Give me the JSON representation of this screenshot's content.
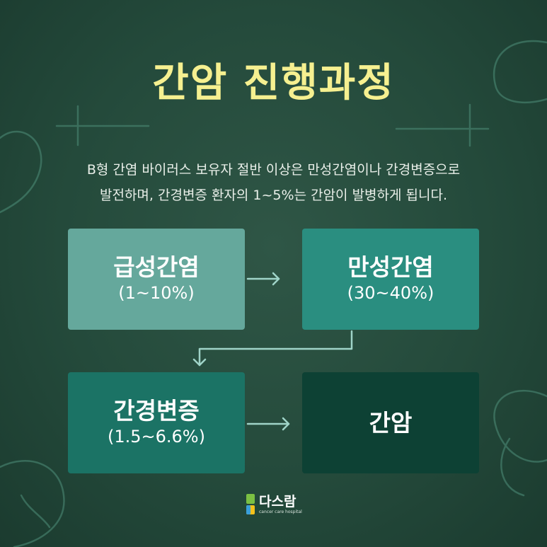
{
  "title": "간암 진행과정",
  "description": {
    "line1": "B형 간염 바이러스 보유자 절반 이상은 만성간염이나 간경변증으로",
    "line2": "발전하며, 간경변증 환자의 1~5%는 간암이 발병하게 됩니다."
  },
  "stages": [
    {
      "name": "급성간염",
      "percent": "(1~10%)",
      "color": "#65a89c"
    },
    {
      "name": "만성간염",
      "percent": "(30~40%)",
      "color": "#2a8e80"
    },
    {
      "name": "간경변증",
      "percent": "(1.5~6.6%)",
      "color": "#1b7365"
    },
    {
      "name": "간암",
      "percent": "",
      "color": "#0d4134"
    }
  ],
  "logo": {
    "name": "다스람",
    "subtitle": "cancer care hospital"
  },
  "colors": {
    "background": "#244a3b",
    "title": "#f6f090",
    "arrow": "#9fd4c8",
    "chalk": "#5fa48e"
  }
}
